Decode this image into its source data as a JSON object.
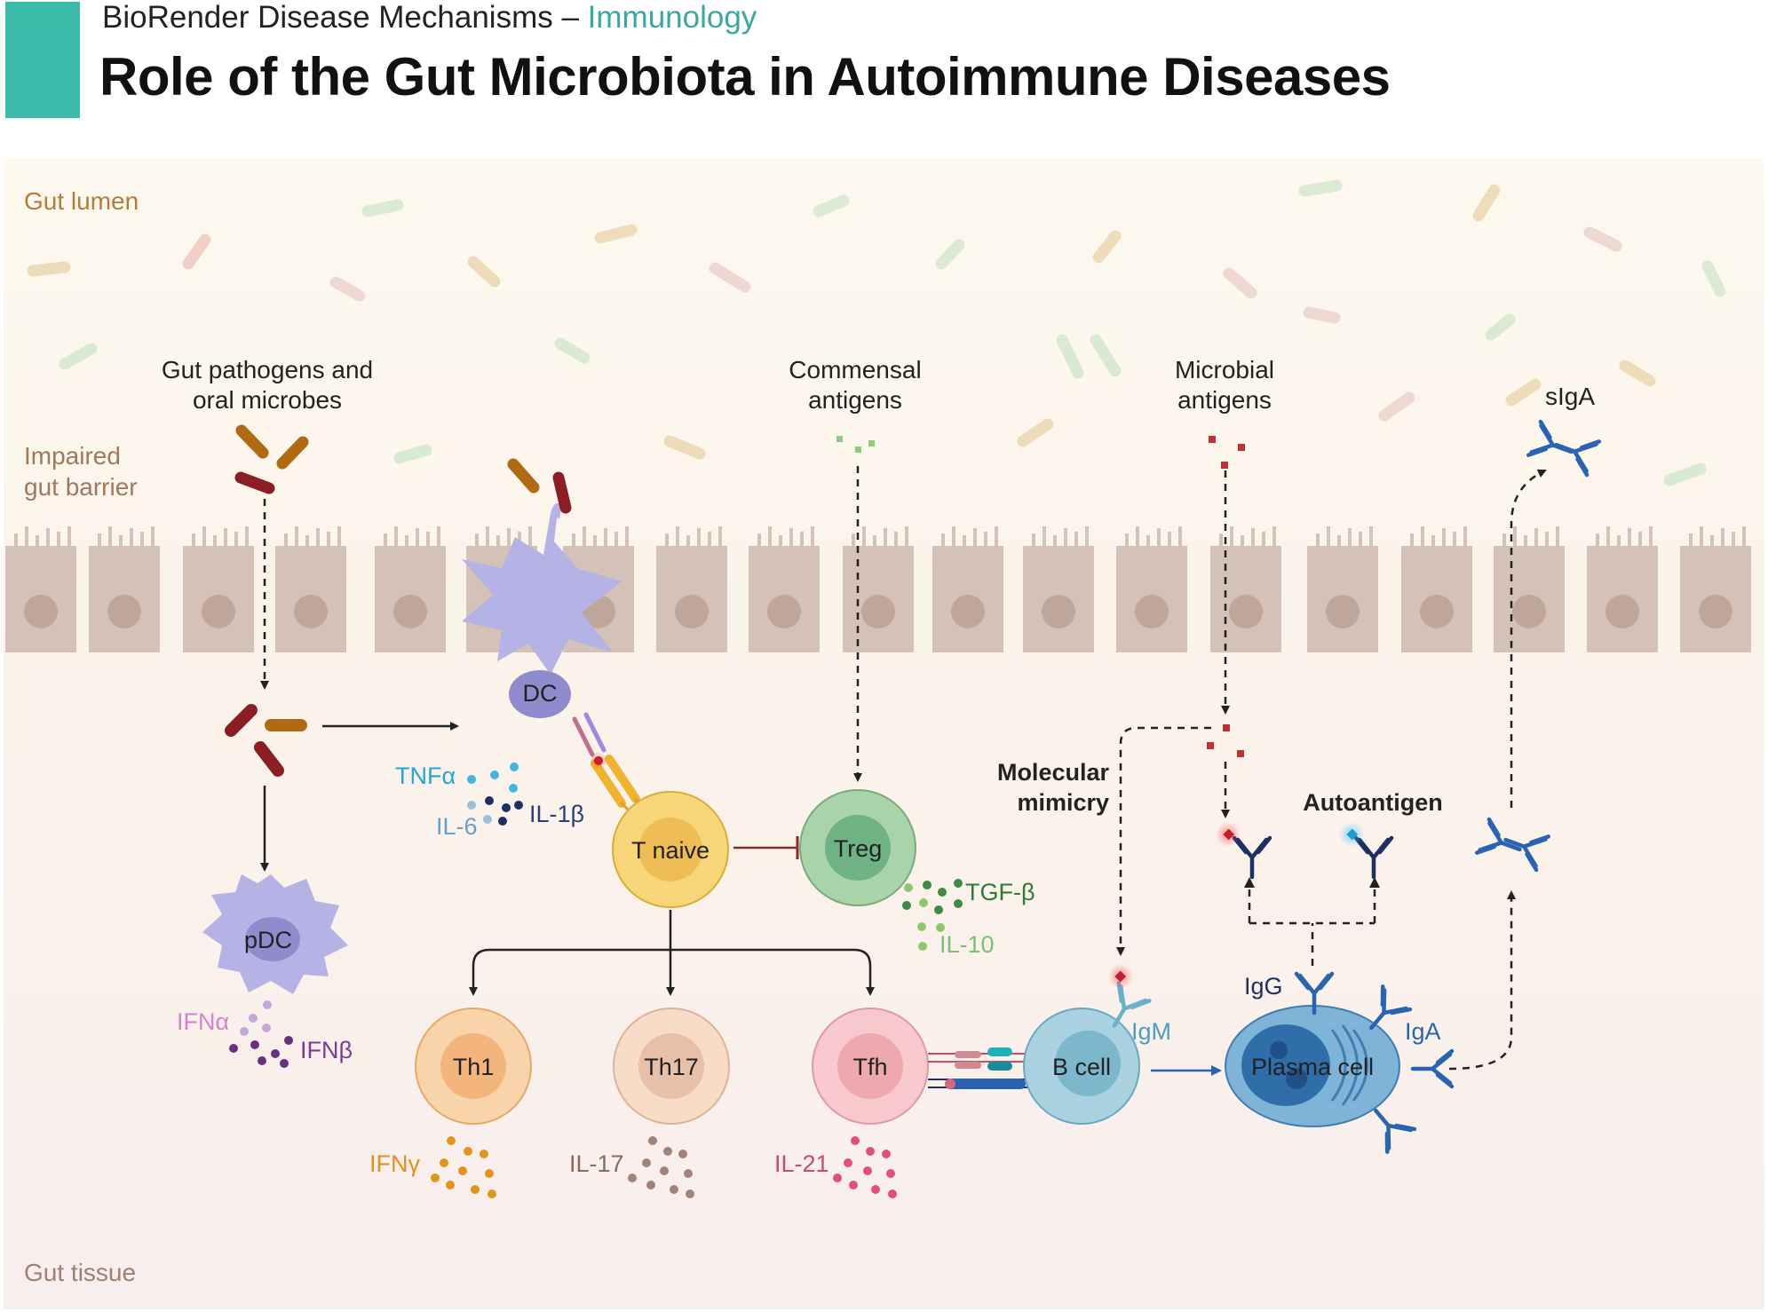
{
  "header": {
    "series": "BioRender Disease Mechanisms",
    "separator": "–",
    "topic": "Immunology",
    "title": "Role of the Gut Microbiota in Autoimmune Diseases"
  },
  "regions": {
    "lumen": "Gut lumen",
    "barrier_line1": "Impaired",
    "barrier_line2": "gut barrier",
    "tissue": "Gut tissue"
  },
  "sources": {
    "pathogens_line1": "Gut pathogens and",
    "pathogens_line2": "oral microbes",
    "commensal_line1": "Commensal",
    "commensal_line2": "antigens",
    "microbial_line1": "Microbial",
    "microbial_line2": "antigens",
    "siga": "sIgA"
  },
  "cells": {
    "dc": "DC",
    "pdc": "pDC",
    "tnaive": "T naive",
    "treg": "Treg",
    "th1": "Th1",
    "th17": "Th17",
    "tfh": "Tfh",
    "bcell": "B cell",
    "plasma": "Plasma cell"
  },
  "cytokines": {
    "tnfa": "TNFα",
    "il6": "IL-6",
    "il1b": "IL-1β",
    "ifna": "IFNα",
    "ifnb": "IFNβ",
    "tgfb": "TGF-β",
    "il10": "IL-10",
    "ifng": "IFNγ",
    "il17": "IL-17",
    "il21": "IL-21"
  },
  "antibodies": {
    "igm": "IgM",
    "igg": "IgG",
    "iga": "IgA"
  },
  "annotations": {
    "mimicry_line1": "Molecular",
    "mimicry_line2": "mimicry",
    "autoantigen": "Autoantigen"
  },
  "colors": {
    "accent": "#3dbba9",
    "topic": "#3aa8a0",
    "region_label": "#b07d3a",
    "epithelium": "#d4c2b8",
    "dc": "#b5b3e6",
    "tnaive": "#f7d67a",
    "treg": "#a9d3a8",
    "th1": "#f9c898",
    "th17": "#f4cdb5",
    "tfh": "#f7c6c8",
    "bcell": "#9fcbdc",
    "plasma": "#7fb3d8"
  }
}
